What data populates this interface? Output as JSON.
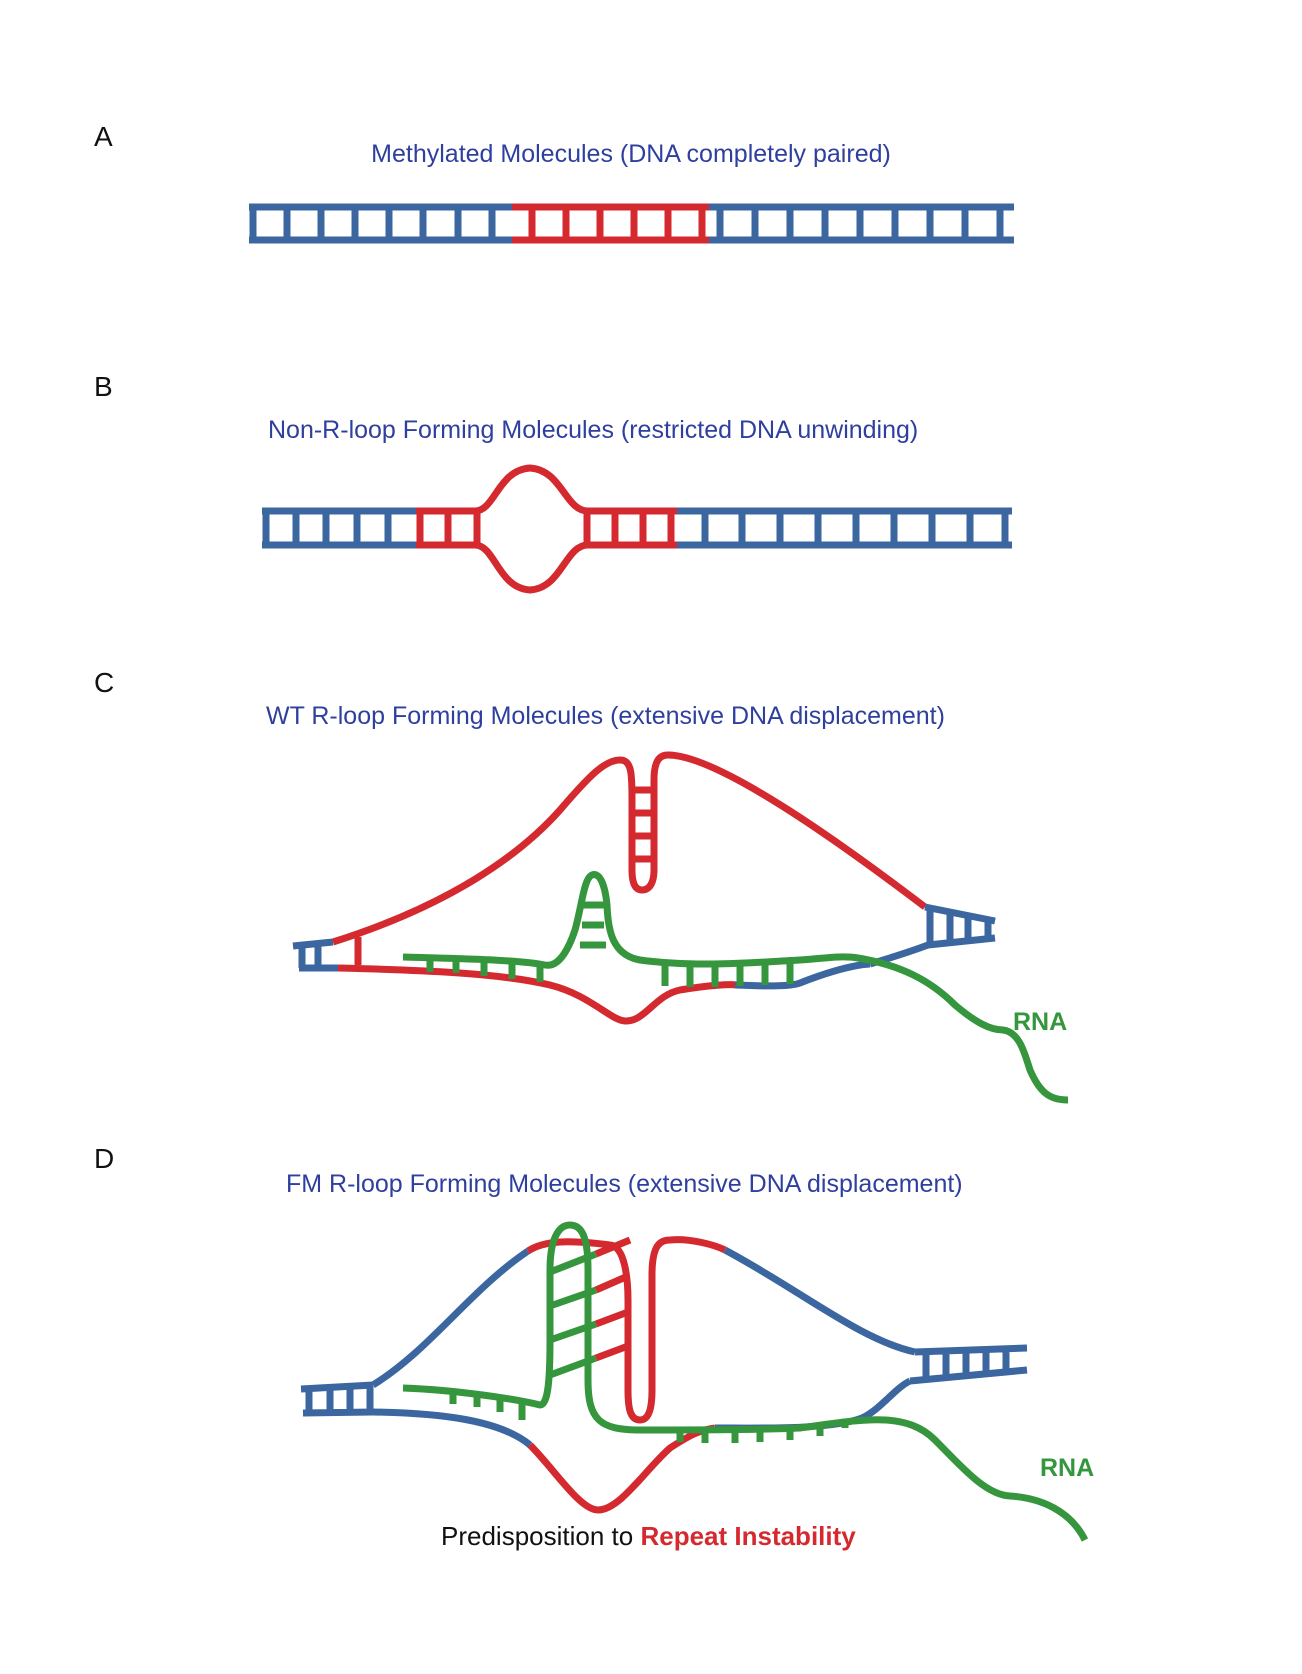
{
  "colors": {
    "dna": "#3b66a0",
    "repeat": "#d42a2f",
    "rna": "#36963e",
    "title": "#2e3f9e",
    "caption": "#111111",
    "highlight": "#d42a2f"
  },
  "panels": [
    {
      "letter": "A",
      "title": "Methylated Molecules (DNA completely paired)"
    },
    {
      "letter": "B",
      "title": "Non-R-loop Forming Molecules (restricted DNA unwinding)"
    },
    {
      "letter": "C",
      "title": "WT R-loop Forming Molecules (extensive DNA displacement)",
      "rna_label": "RNA"
    },
    {
      "letter": "D",
      "title": "FM R-loop Forming Molecules (extensive DNA displacement)",
      "rna_label": "RNA"
    }
  ],
  "caption": {
    "prefix": "Predisposition to ",
    "highlight": "Repeat Instability"
  }
}
